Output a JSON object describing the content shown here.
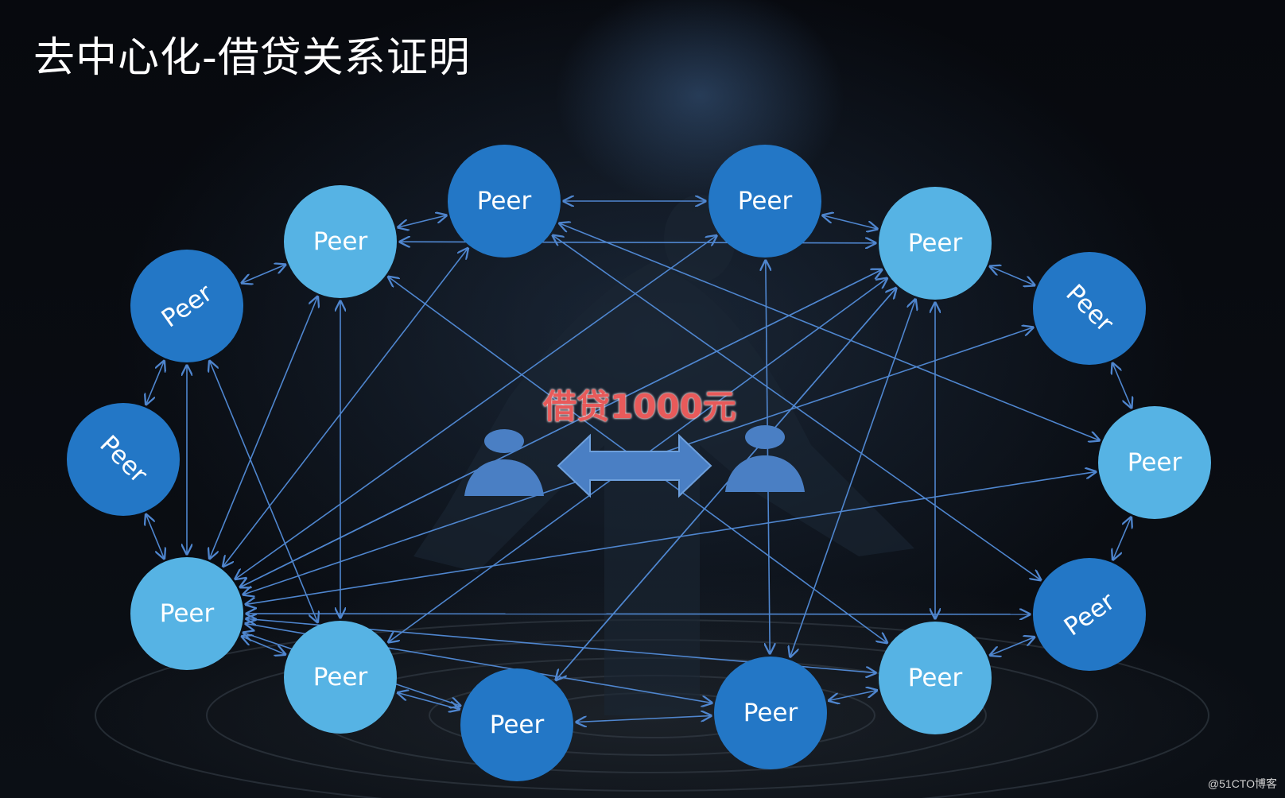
{
  "title": "去中心化-借贷关系证明",
  "loan_label": "借贷1000元",
  "watermark": "@51CTO博客",
  "colors": {
    "peer_light": "#56b3e4",
    "peer_dark": "#2377c6",
    "edge": "#4f86cf",
    "loan_text": "#e85a5a",
    "person": "#4a7fc4"
  },
  "icons": [
    "person-icon",
    "double-arrow-icon"
  ],
  "peers": [
    {
      "id": "p1",
      "label": "Peer",
      "tone": "light",
      "rotation": 0
    },
    {
      "id": "p2",
      "label": "Peer",
      "tone": "dark",
      "rotation": 0
    },
    {
      "id": "p3",
      "label": "Peer",
      "tone": "dark",
      "rotation": 0
    },
    {
      "id": "p4",
      "label": "Peer",
      "tone": "light",
      "rotation": 0
    },
    {
      "id": "p5",
      "label": "Peer",
      "tone": "dark",
      "rotation": 45
    },
    {
      "id": "p6",
      "label": "Peer",
      "tone": "light",
      "rotation": 0
    },
    {
      "id": "p7",
      "label": "Peer",
      "tone": "dark",
      "rotation": -35
    },
    {
      "id": "p8",
      "label": "Peer",
      "tone": "light",
      "rotation": 0
    },
    {
      "id": "p9",
      "label": "Peer",
      "tone": "dark",
      "rotation": 0
    },
    {
      "id": "p10",
      "label": "Peer",
      "tone": "dark",
      "rotation": 0
    },
    {
      "id": "p11",
      "label": "Peer",
      "tone": "light",
      "rotation": 0
    },
    {
      "id": "p12",
      "label": "Peer",
      "tone": "light",
      "rotation": 0
    },
    {
      "id": "p13",
      "label": "Peer",
      "tone": "dark",
      "rotation": 45
    },
    {
      "id": "p14",
      "label": "Peer",
      "tone": "dark",
      "rotation": -35
    }
  ],
  "edges": [
    [
      "p1",
      "p2"
    ],
    [
      "p2",
      "p3"
    ],
    [
      "p3",
      "p4"
    ],
    [
      "p4",
      "p5"
    ],
    [
      "p5",
      "p6"
    ],
    [
      "p6",
      "p7"
    ],
    [
      "p7",
      "p8"
    ],
    [
      "p8",
      "p9"
    ],
    [
      "p9",
      "p10"
    ],
    [
      "p10",
      "p11"
    ],
    [
      "p11",
      "p12"
    ],
    [
      "p12",
      "p13"
    ],
    [
      "p13",
      "p14"
    ],
    [
      "p14",
      "p1"
    ],
    [
      "p12",
      "p3"
    ],
    [
      "p12",
      "p2"
    ],
    [
      "p12",
      "p1"
    ],
    [
      "p12",
      "p14"
    ],
    [
      "p12",
      "p4"
    ],
    [
      "p12",
      "p5"
    ],
    [
      "p12",
      "p6"
    ],
    [
      "p12",
      "p7"
    ],
    [
      "p12",
      "p8"
    ],
    [
      "p12",
      "p9"
    ],
    [
      "p12",
      "p10"
    ],
    [
      "p4",
      "p12"
    ],
    [
      "p4",
      "p11"
    ],
    [
      "p4",
      "p10"
    ],
    [
      "p4",
      "p9"
    ],
    [
      "p4",
      "p1"
    ],
    [
      "p2",
      "p7"
    ],
    [
      "p2",
      "p6"
    ],
    [
      "p1",
      "p11"
    ],
    [
      "p1",
      "p8"
    ],
    [
      "p3",
      "p9"
    ],
    [
      "p14",
      "p11"
    ],
    [
      "p10",
      "p4"
    ],
    [
      "p8",
      "p4"
    ]
  ]
}
